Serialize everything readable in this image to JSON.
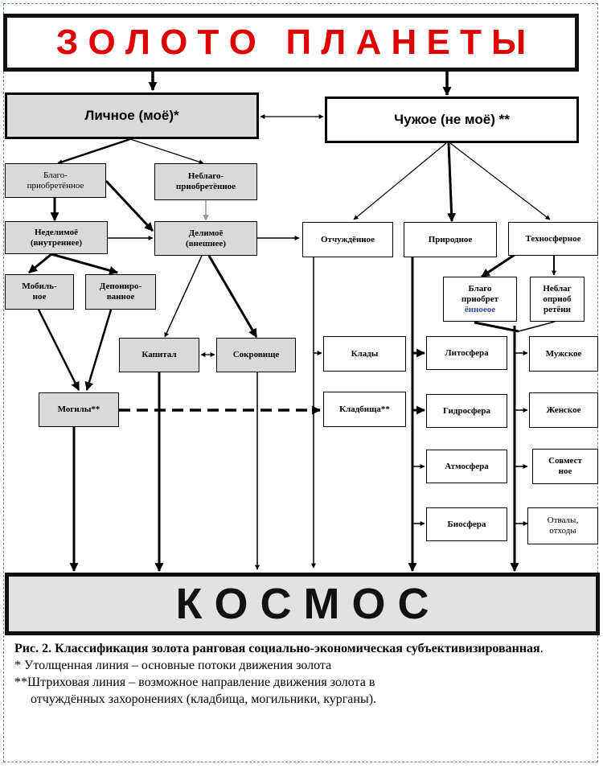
{
  "title": "З О Л О Т О   П Л А Н Е Т Ы",
  "bottom": "К О С М О С",
  "nodes": {
    "personal": "Личное (моё)*",
    "foreign": "Чужое (не моё) **",
    "well_acquired": "Благо-\nприобретённое",
    "ill_acquired": "Неблаго-\nприобретённое",
    "indivisible": "Неделимоё\n(внутреннее)",
    "divisible": "Делимоё\n(внешнее)",
    "alienated": "Отчуждённое",
    "natural": "Природное",
    "technosphere": "Техносферное",
    "mobile": "Мобиль-\nное",
    "deposited": "Депониро-\nванное",
    "tech_well_1": "Благо\nприобрет",
    "tech_well_2": "ённоеое",
    "tech_ill": "Неблаг\nоприоб\nретёни",
    "capital": "Капитал",
    "treasure": "Сокровище",
    "hoards": "Клады",
    "graves": "Могилы**",
    "cemeteries": "Кладбища**",
    "lithosphere": "Литосфера",
    "hydrosphere": "Гидросфера",
    "atmosphere": "Атмосфера",
    "biosphere": "Биосфера",
    "male": "Мужское",
    "female": "Женское",
    "joint": "Совмест\nное",
    "dumps": "Отвалы,\nотходы"
  },
  "caption": {
    "figure_label": "Рис. 2.",
    "figure_title": "Классификация золота ранговая социально-экономическая субъективизированная",
    "figure_end": ".",
    "note1": "* Утолщенная линия – основные потоки движения золота",
    "note2_a": "**Штриховая линия – возможное направление движения золота в",
    "note2_b": "отчуждённых захоронениях (кладбища, могильники, курганы)."
  }
}
